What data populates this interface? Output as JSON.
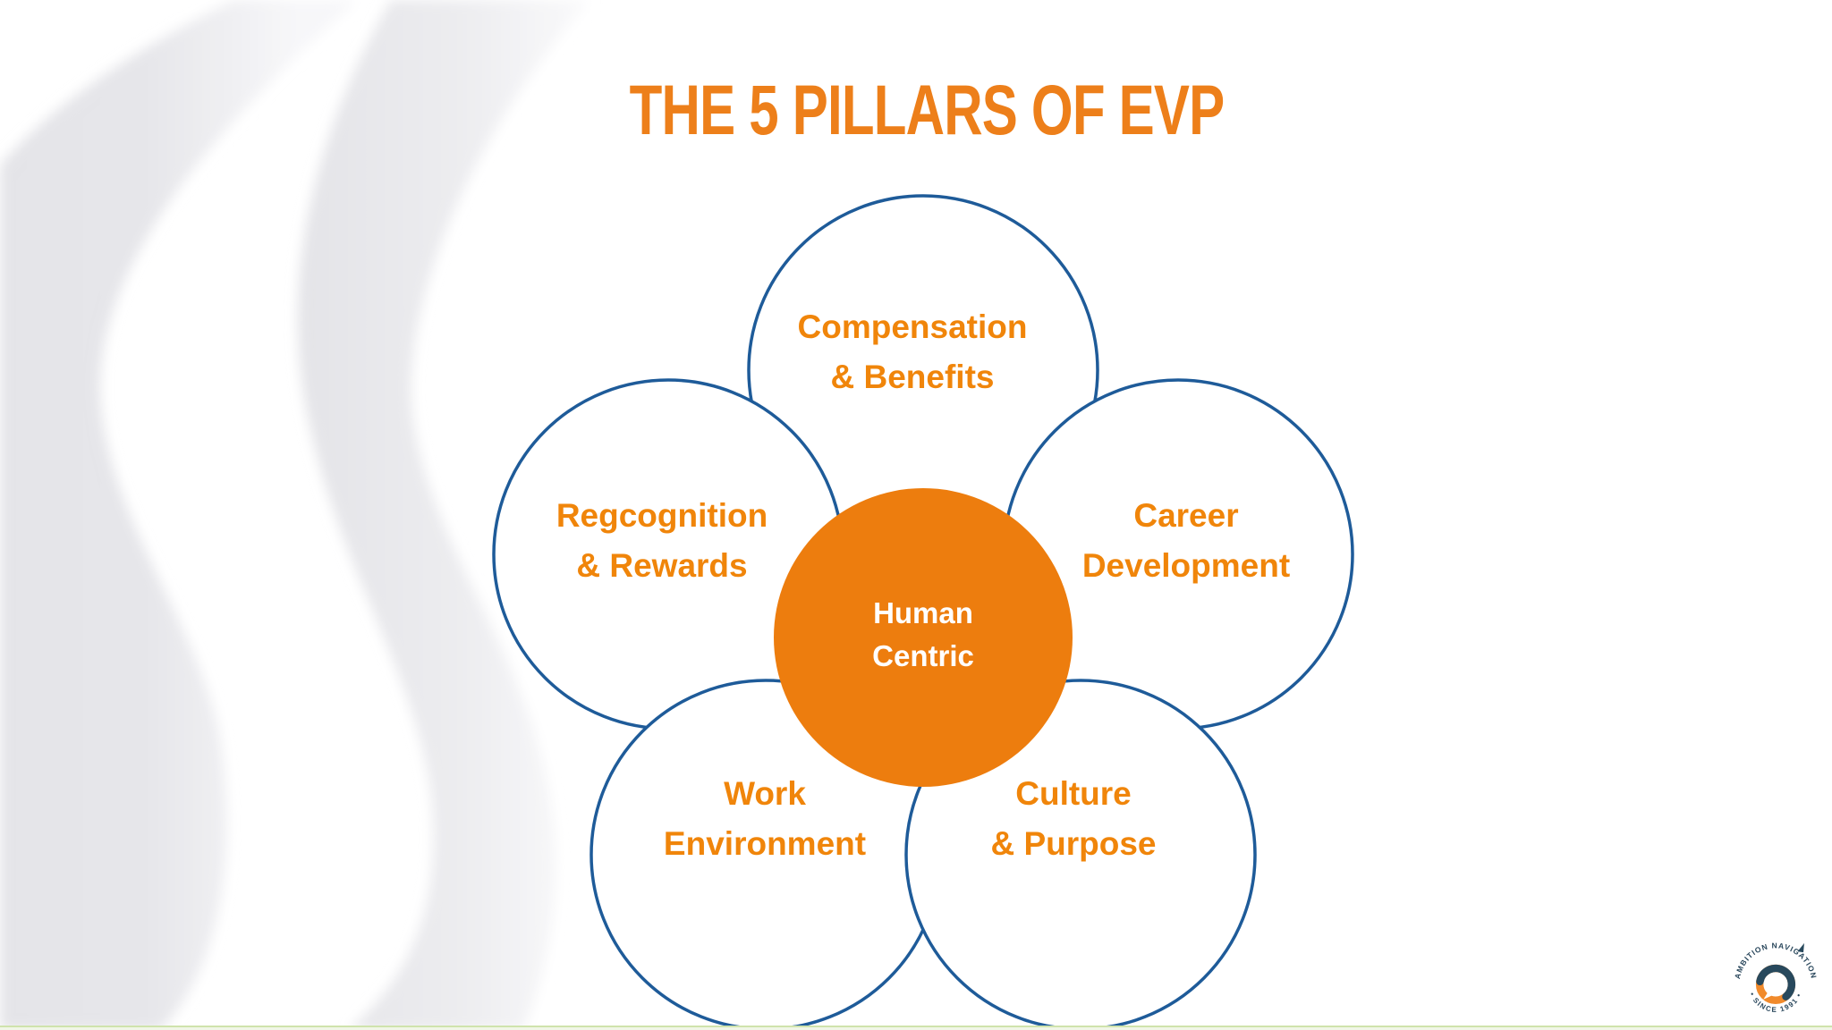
{
  "title": "THE 5 PILLARS OF EVP",
  "diagram": {
    "center": {
      "line1": "Human",
      "line2": "Centric"
    },
    "pillars": [
      {
        "id": "compensation-benefits",
        "line1": "Compensation",
        "line2": "& Benefits"
      },
      {
        "id": "career-development",
        "line1": "Career",
        "line2": "Development"
      },
      {
        "id": "culture-purpose",
        "line1": "Culture",
        "line2": "& Purpose"
      },
      {
        "id": "work-environment",
        "line1": "Work",
        "line2": "Environment"
      },
      {
        "id": "recognition-rewards",
        "line1": "Regcognition",
        "line2": "& Rewards"
      }
    ]
  },
  "logo": {
    "arc_top": "AMBITION NAVIGATION",
    "arc_bottom": "• SINCE 1991 •"
  },
  "colors": {
    "accent_orange_text": "#F0850A",
    "accent_orange_fill": "#ED7D0E",
    "title_orange": "#ED7F1A",
    "circle_border_blue": "#1E5B99",
    "logo_navy": "#27455A",
    "logo_orange": "#F18A2B",
    "bottom_strip_green": "#CFE3AC"
  }
}
